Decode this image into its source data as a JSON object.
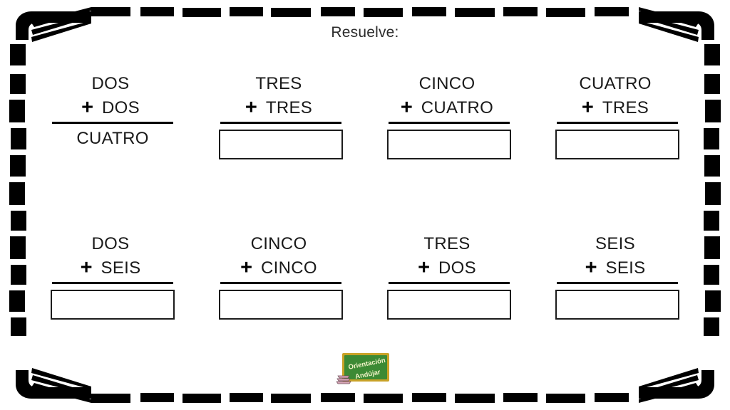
{
  "worksheet": {
    "title": "Resuelve:",
    "operator": "+",
    "problems": [
      {
        "addend_top": "DOS",
        "addend_bottom": "DOS",
        "answer": "CUATRO",
        "solved": true
      },
      {
        "addend_top": "TRES",
        "addend_bottom": "TRES",
        "answer": "",
        "solved": false
      },
      {
        "addend_top": "CINCO",
        "addend_bottom": "CUATRO",
        "answer": "",
        "solved": false
      },
      {
        "addend_top": "CUATRO",
        "addend_bottom": "TRES",
        "answer": "",
        "solved": false
      },
      {
        "addend_top": "DOS",
        "addend_bottom": "SEIS",
        "answer": "",
        "solved": false
      },
      {
        "addend_top": "CINCO",
        "addend_bottom": "CINCO",
        "answer": "",
        "solved": false
      },
      {
        "addend_top": "TRES",
        "addend_bottom": "DOS",
        "answer": "",
        "solved": false
      },
      {
        "addend_top": "SEIS",
        "addend_bottom": "SEIS",
        "answer": "",
        "solved": false
      }
    ]
  },
  "logo": {
    "line1": "Orientación",
    "line2": "Andújar",
    "board_color": "#3c8a34",
    "frame_color": "#c9a227",
    "text_color": "#f2f2c8"
  },
  "colors": {
    "ink": "#1a1a1a",
    "frame": "#000000",
    "background": "#ffffff"
  }
}
